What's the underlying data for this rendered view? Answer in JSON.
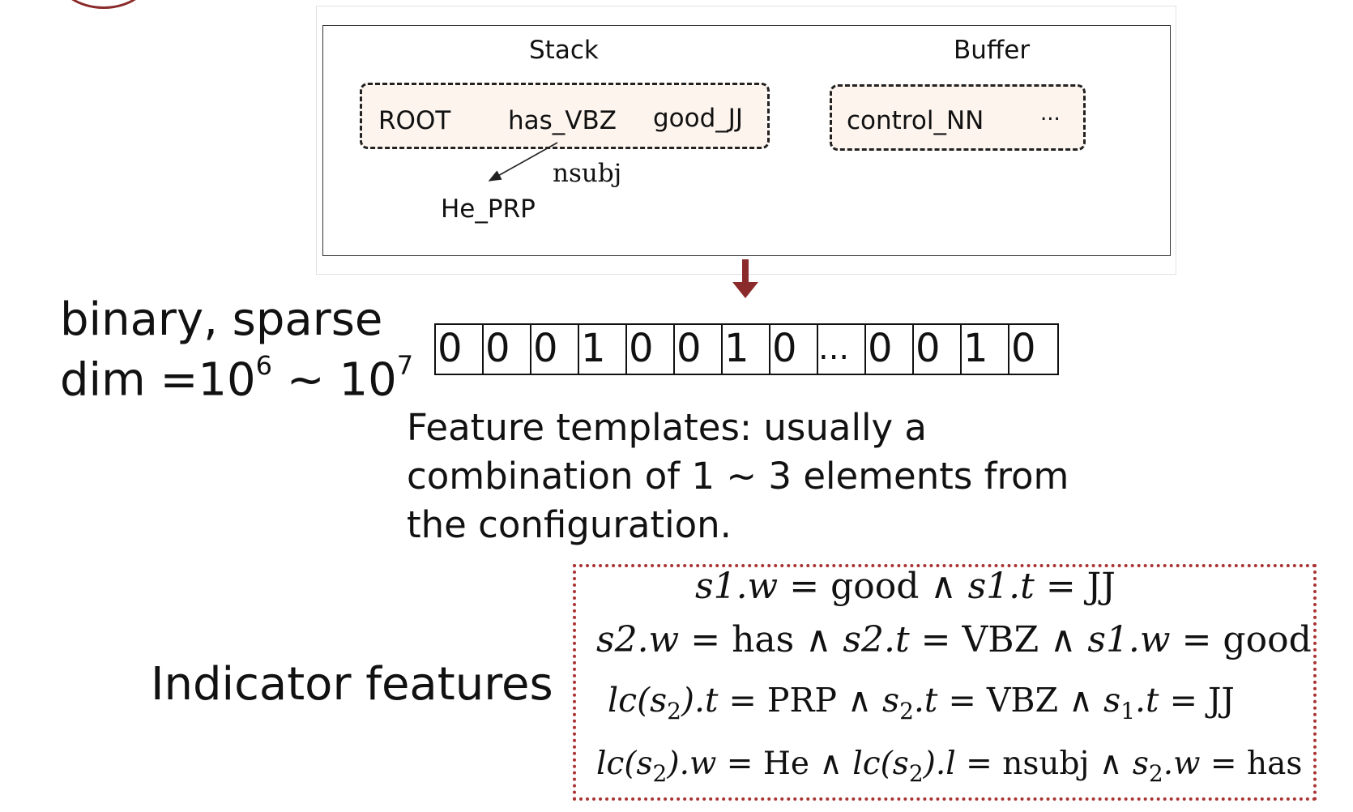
{
  "configuration": {
    "stack_label": "Stack",
    "buffer_label": "Buffer",
    "stack_items": [
      "ROOT",
      "has_VBZ",
      "good_JJ"
    ],
    "buffer_items": [
      "control_NN",
      "..."
    ],
    "arc_label": "nsubj",
    "dependent": "He_PRP"
  },
  "left_text": {
    "line1": "binary, sparse",
    "line2_prefix": "dim =10",
    "exp1": "6",
    "tilde": " ~ 10",
    "exp2": "7"
  },
  "bit_vector": [
    "0",
    "0",
    "0",
    "1",
    "0",
    "0",
    "1",
    "0",
    "...",
    "0",
    "0",
    "1",
    "0"
  ],
  "caption": {
    "line1": "Feature templates: usually a",
    "line2": "combination of 1 ~ 3 elements from",
    "line3": "the configuration."
  },
  "indicator_label": "Indicator features",
  "features": [
    {
      "parts": [
        "s1.w",
        " = good ∧ ",
        "s1.t",
        " = JJ"
      ]
    },
    {
      "parts": [
        "s2.w",
        " = has ∧ ",
        "s2.t",
        " = VBZ ∧ ",
        "s1.w",
        " = good"
      ]
    },
    {
      "parts": [
        "lc(s",
        "2",
        ").t",
        " = PRP ∧ ",
        "s",
        "2",
        ".t",
        " = VBZ ∧ ",
        "s",
        "1",
        ".t",
        " = JJ"
      ]
    },
    {
      "parts": [
        "lc(s",
        "2",
        ").w",
        " = He ∧ ",
        "lc(s",
        "2",
        ").l",
        " = nsubj ∧ ",
        "s",
        "2",
        ".w",
        " = has"
      ]
    }
  ],
  "colors": {
    "arrow": "#8b2a2a",
    "dotted_border": "#a33333",
    "token_fill": "#fdf4ee"
  }
}
